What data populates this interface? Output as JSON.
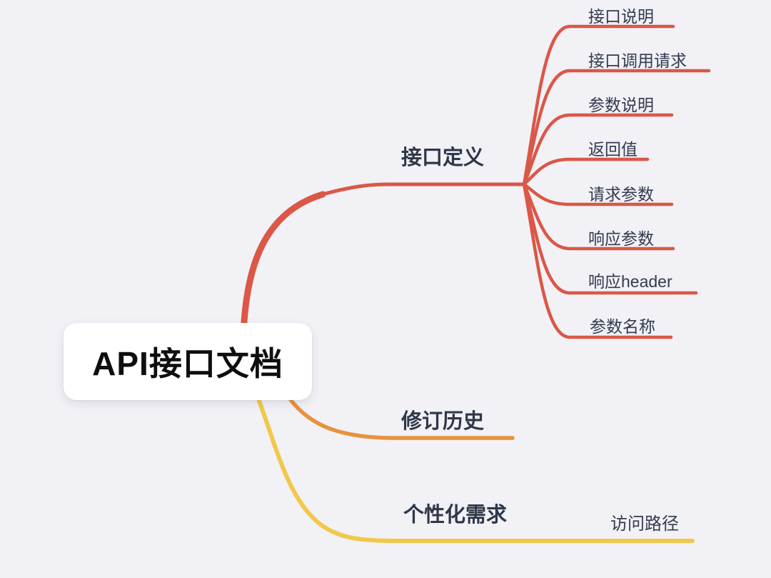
{
  "root": {
    "label": "API接口文档"
  },
  "branches": [
    {
      "label": "接口定义",
      "color": "#DB5746",
      "children": [
        "接口说明",
        "接口调用请求",
        "参数说明",
        "返回值",
        "请求参数",
        "响应参数",
        "响应header",
        "参数名称"
      ]
    },
    {
      "label": "修订历史",
      "color": "#E8923C",
      "children": []
    },
    {
      "label": "个性化需求",
      "color": "#F2C84B",
      "children": [
        "访问路径"
      ]
    }
  ],
  "colors": {
    "background": "#F1F1F6",
    "root_card_background": "#FFFFFF",
    "root_text": "#0E0E10",
    "node_text": "#333B4F"
  }
}
